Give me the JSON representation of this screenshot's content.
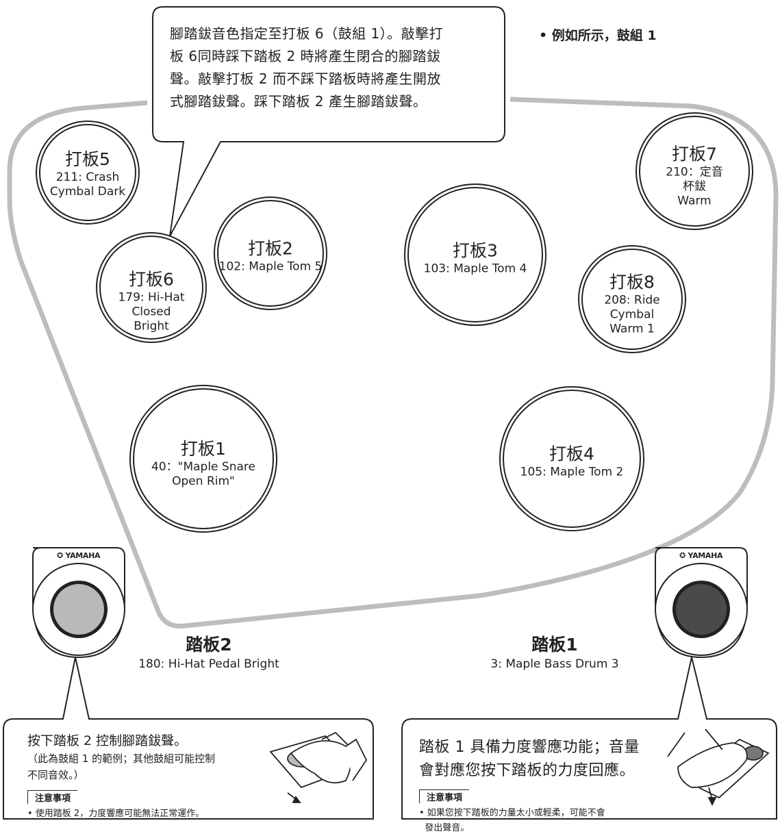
{
  "example_note": "• 例如所示，鼓組 1",
  "callout_top": {
    "lines": [
      "腳踏鈸音色指定至打板 6（鼓組 1）。敲擊打",
      "板 6同時踩下踏板 2 時將產生閉合的腳踏鈸",
      "聲。敲擊打板 2 而不踩下踏板時將產生開放",
      "式腳踏鈸聲。踩下踏板 2 產生腳踏鈸聲。"
    ]
  },
  "pads": [
    {
      "id": "pad5",
      "title": "打板5",
      "lines": [
        "211: Crash",
        "Cymbal Dark"
      ]
    },
    {
      "id": "pad6",
      "title": "打板6",
      "lines": [
        "179: Hi-Hat",
        "Closed",
        "Bright"
      ]
    },
    {
      "id": "pad2",
      "title": "打板2",
      "lines": [
        "102: Maple Tom 5"
      ]
    },
    {
      "id": "pad3",
      "title": "打板3",
      "lines": [
        "103: Maple Tom 4"
      ]
    },
    {
      "id": "pad7",
      "title": "打板7",
      "lines": [
        "210：定音",
        "杯鈸",
        "Warm"
      ]
    },
    {
      "id": "pad8",
      "title": "打板8",
      "lines": [
        "208: Ride",
        "Cymbal",
        "Warm 1"
      ]
    },
    {
      "id": "pad1",
      "title": "打板1",
      "lines": [
        "40：\"Maple Snare",
        "Open Rim\""
      ]
    },
    {
      "id": "pad4",
      "title": "打板4",
      "lines": [
        "105: Maple Tom 2"
      ]
    }
  ],
  "pedal_brand": "YAMAHA",
  "pedal2": {
    "title": "踏板2",
    "sub": "180: Hi-Hat Pedal Bright"
  },
  "pedal1": {
    "title": "踏板1",
    "sub": "3: Maple Bass Drum 3"
  },
  "callout_left": {
    "main": "按下踏板 2 控制腳踏鈸聲。",
    "sub_lines": [
      "（此為鼓組 1 的範例；其他鼓組可能控制",
      "不同音效。）"
    ],
    "note_label": "注意事項",
    "note": "• 使用踏板 2，力度響應可能無法正常運作。"
  },
  "callout_right": {
    "main_lines": [
      "踏板 1 具備力度響應功能；音量",
      "會對應您按下踏板的力度回應。"
    ],
    "note_label": "注意事項",
    "note_lines": [
      "• 如果您按下踏板的力量太小或輕柔，可能不會",
      "  發出聲音。"
    ]
  },
  "colors": {
    "pedal2_button": "#b9b9b9",
    "pedal1_button": "#4a4a4a",
    "outline": "#bdbdbd"
  }
}
